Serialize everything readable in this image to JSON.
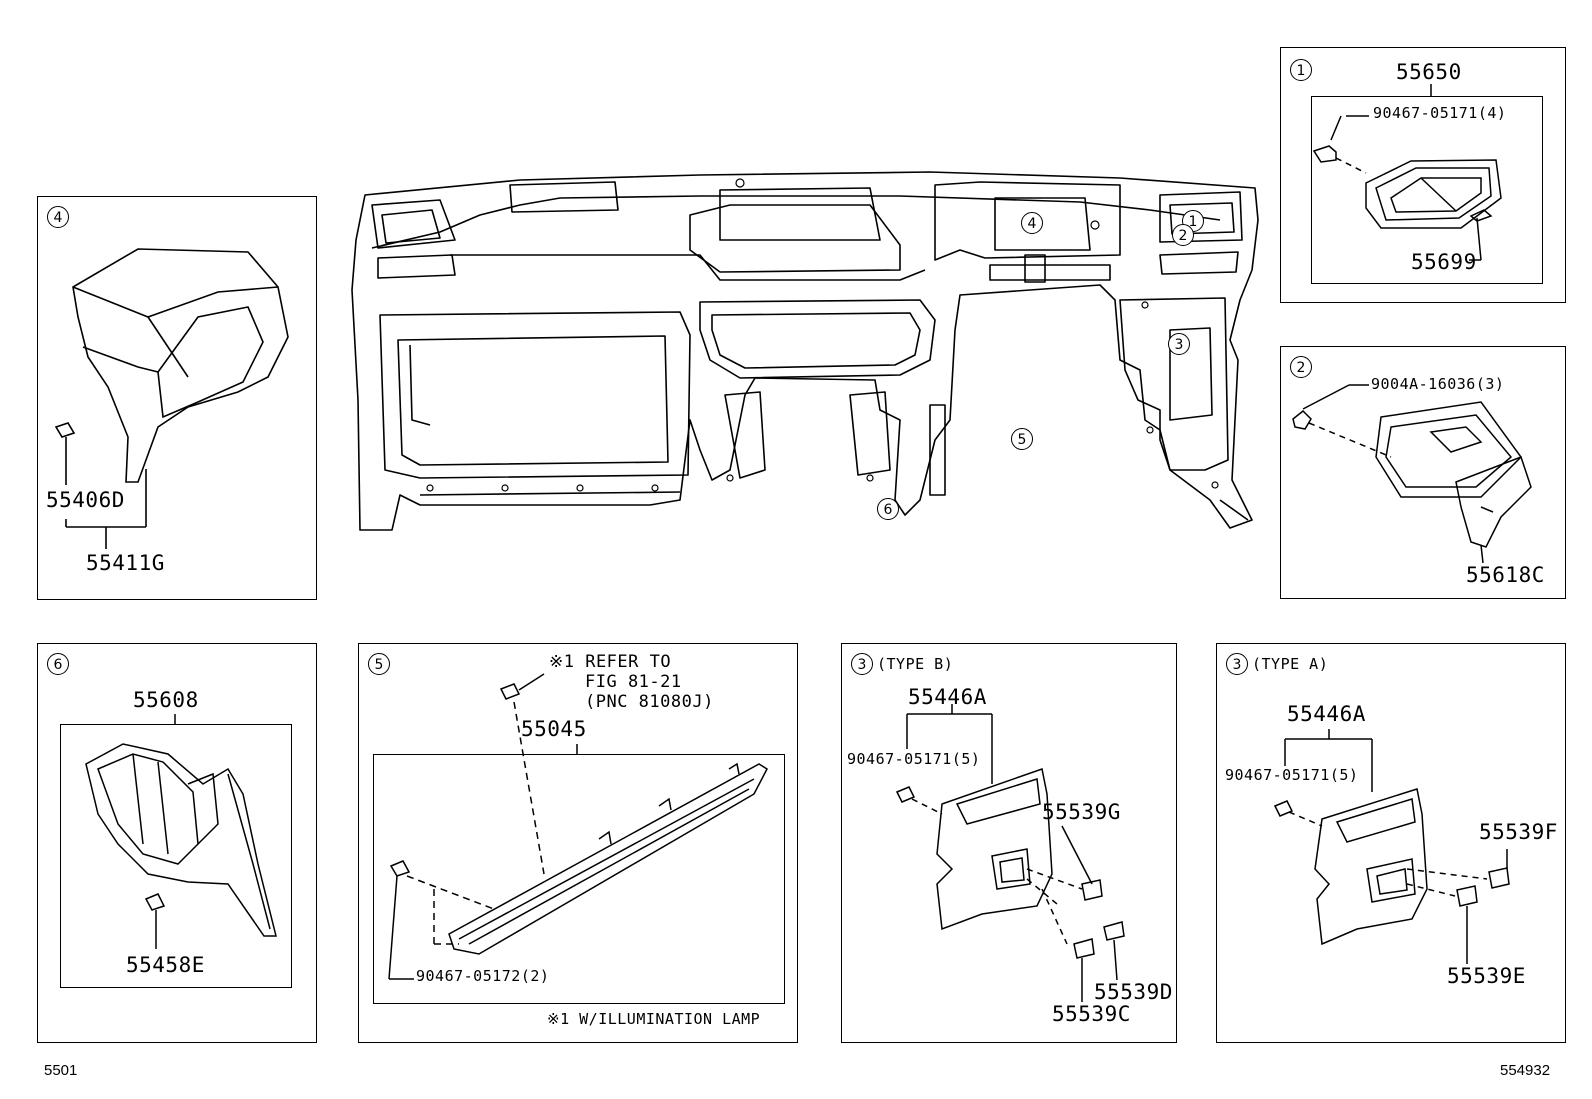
{
  "markers": {
    "m1": "1",
    "m2": "2",
    "m3": "3",
    "m4": "4",
    "m5": "5",
    "m6": "6"
  },
  "main": {
    "marker4": "4",
    "marker1": "1",
    "marker2": "2",
    "marker3": "3",
    "marker5": "5",
    "marker6": "6"
  },
  "panel1": {
    "part_top": "55650",
    "clip": "90467-05171(4)",
    "part_bottom": "55699"
  },
  "panel2": {
    "screw": "9004A-16036(3)",
    "part": "55618C"
  },
  "panel4": {
    "clip": "55406D",
    "part": "55411G"
  },
  "panel6": {
    "part": "55608",
    "clip": "55458E"
  },
  "panel5": {
    "note_line1": "※1 REFER TO",
    "note_line2": "FIG 81-21",
    "note_line3": "(PNC 81080J)",
    "part": "55045",
    "clip": "90467-05172(2)",
    "footnote": "※1 W/ILLUMINATION LAMP"
  },
  "panel3b": {
    "type": "(TYPE B)",
    "part": "55446A",
    "clip": "90467-05171(5)",
    "sw1": "55539G",
    "sw2": "55539D",
    "sw3": "55539C"
  },
  "panel3a": {
    "type": "(TYPE A)",
    "part": "55446A",
    "clip": "90467-05171(5)",
    "sw1": "55539F",
    "sw2": "55539E"
  },
  "footer": {
    "left": "5501",
    "right": "554932"
  }
}
